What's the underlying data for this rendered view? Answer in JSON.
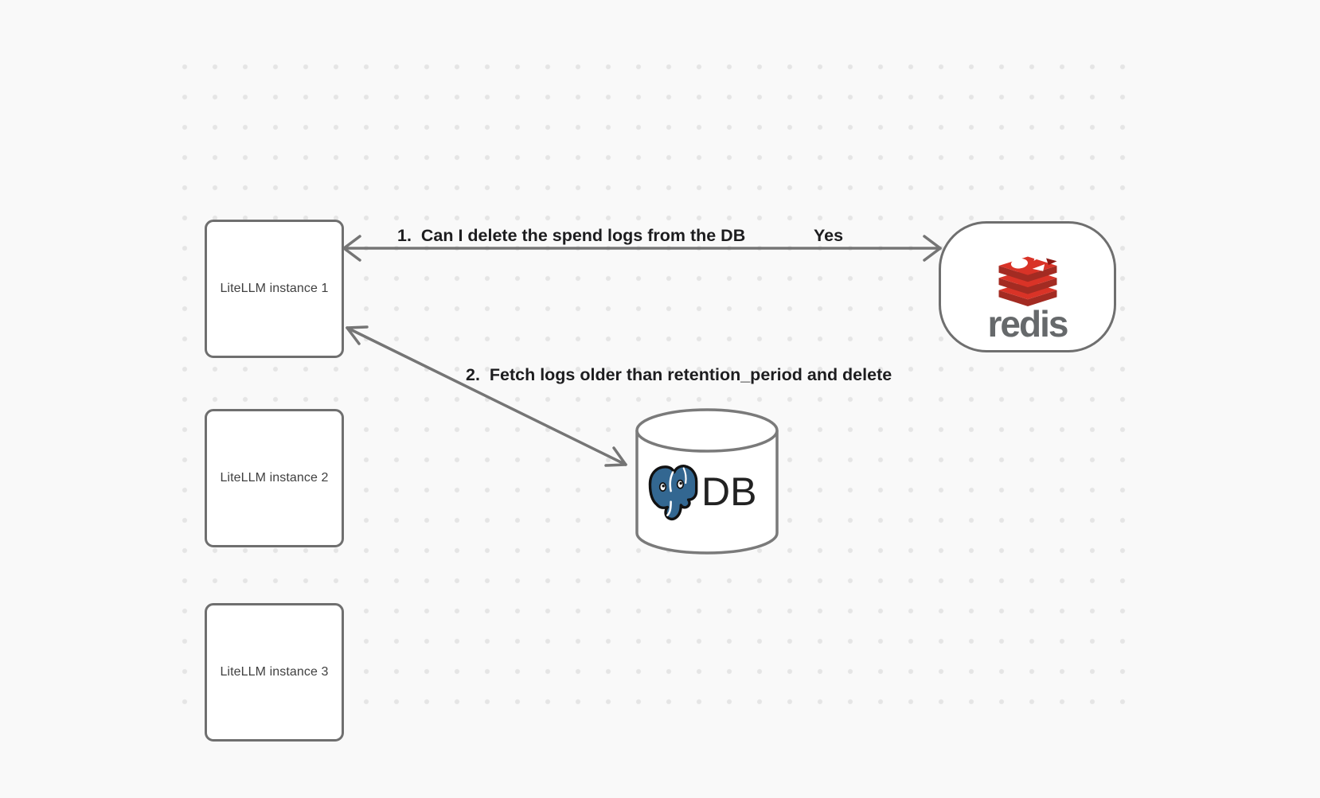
{
  "diagram": {
    "background": {
      "color": "#f9f9f9",
      "dot_color": "#e5e5e5"
    },
    "stroke_color": "#757575",
    "node_border_color": "#6f6f6f",
    "nodes": [
      {
        "id": "litellm-instance-1",
        "shape": "rectangle",
        "label": "LiteLLM instance 1"
      },
      {
        "id": "litellm-instance-2",
        "shape": "rectangle",
        "label": "LiteLLM instance 2"
      },
      {
        "id": "litellm-instance-3",
        "shape": "rectangle",
        "label": "LiteLLM instance 3"
      },
      {
        "id": "redis",
        "shape": "rounded-rectangle",
        "label": "redis",
        "brand_colors": {
          "logo_red": "#d93327",
          "logo_dark_red": "#a32b22",
          "logo_notch": "#8c1813",
          "wordmark_gray": "#66696b"
        }
      },
      {
        "id": "postgres-db",
        "shape": "cylinder",
        "label": "DB",
        "brand_colors": {
          "postgres_blue": "#336791",
          "outline": "#111111"
        }
      }
    ],
    "edges": [
      {
        "id": "edge-1",
        "from": "litellm-instance-1",
        "to": "redis",
        "style": "double-arrow",
        "label": "1.  Can I delete the spend logs from the DB",
        "response": "Yes"
      },
      {
        "id": "edge-2",
        "from": "litellm-instance-1",
        "to": "postgres-db",
        "style": "double-arrow",
        "label": "2.  Fetch logs older than retention_period and delete"
      }
    ]
  }
}
